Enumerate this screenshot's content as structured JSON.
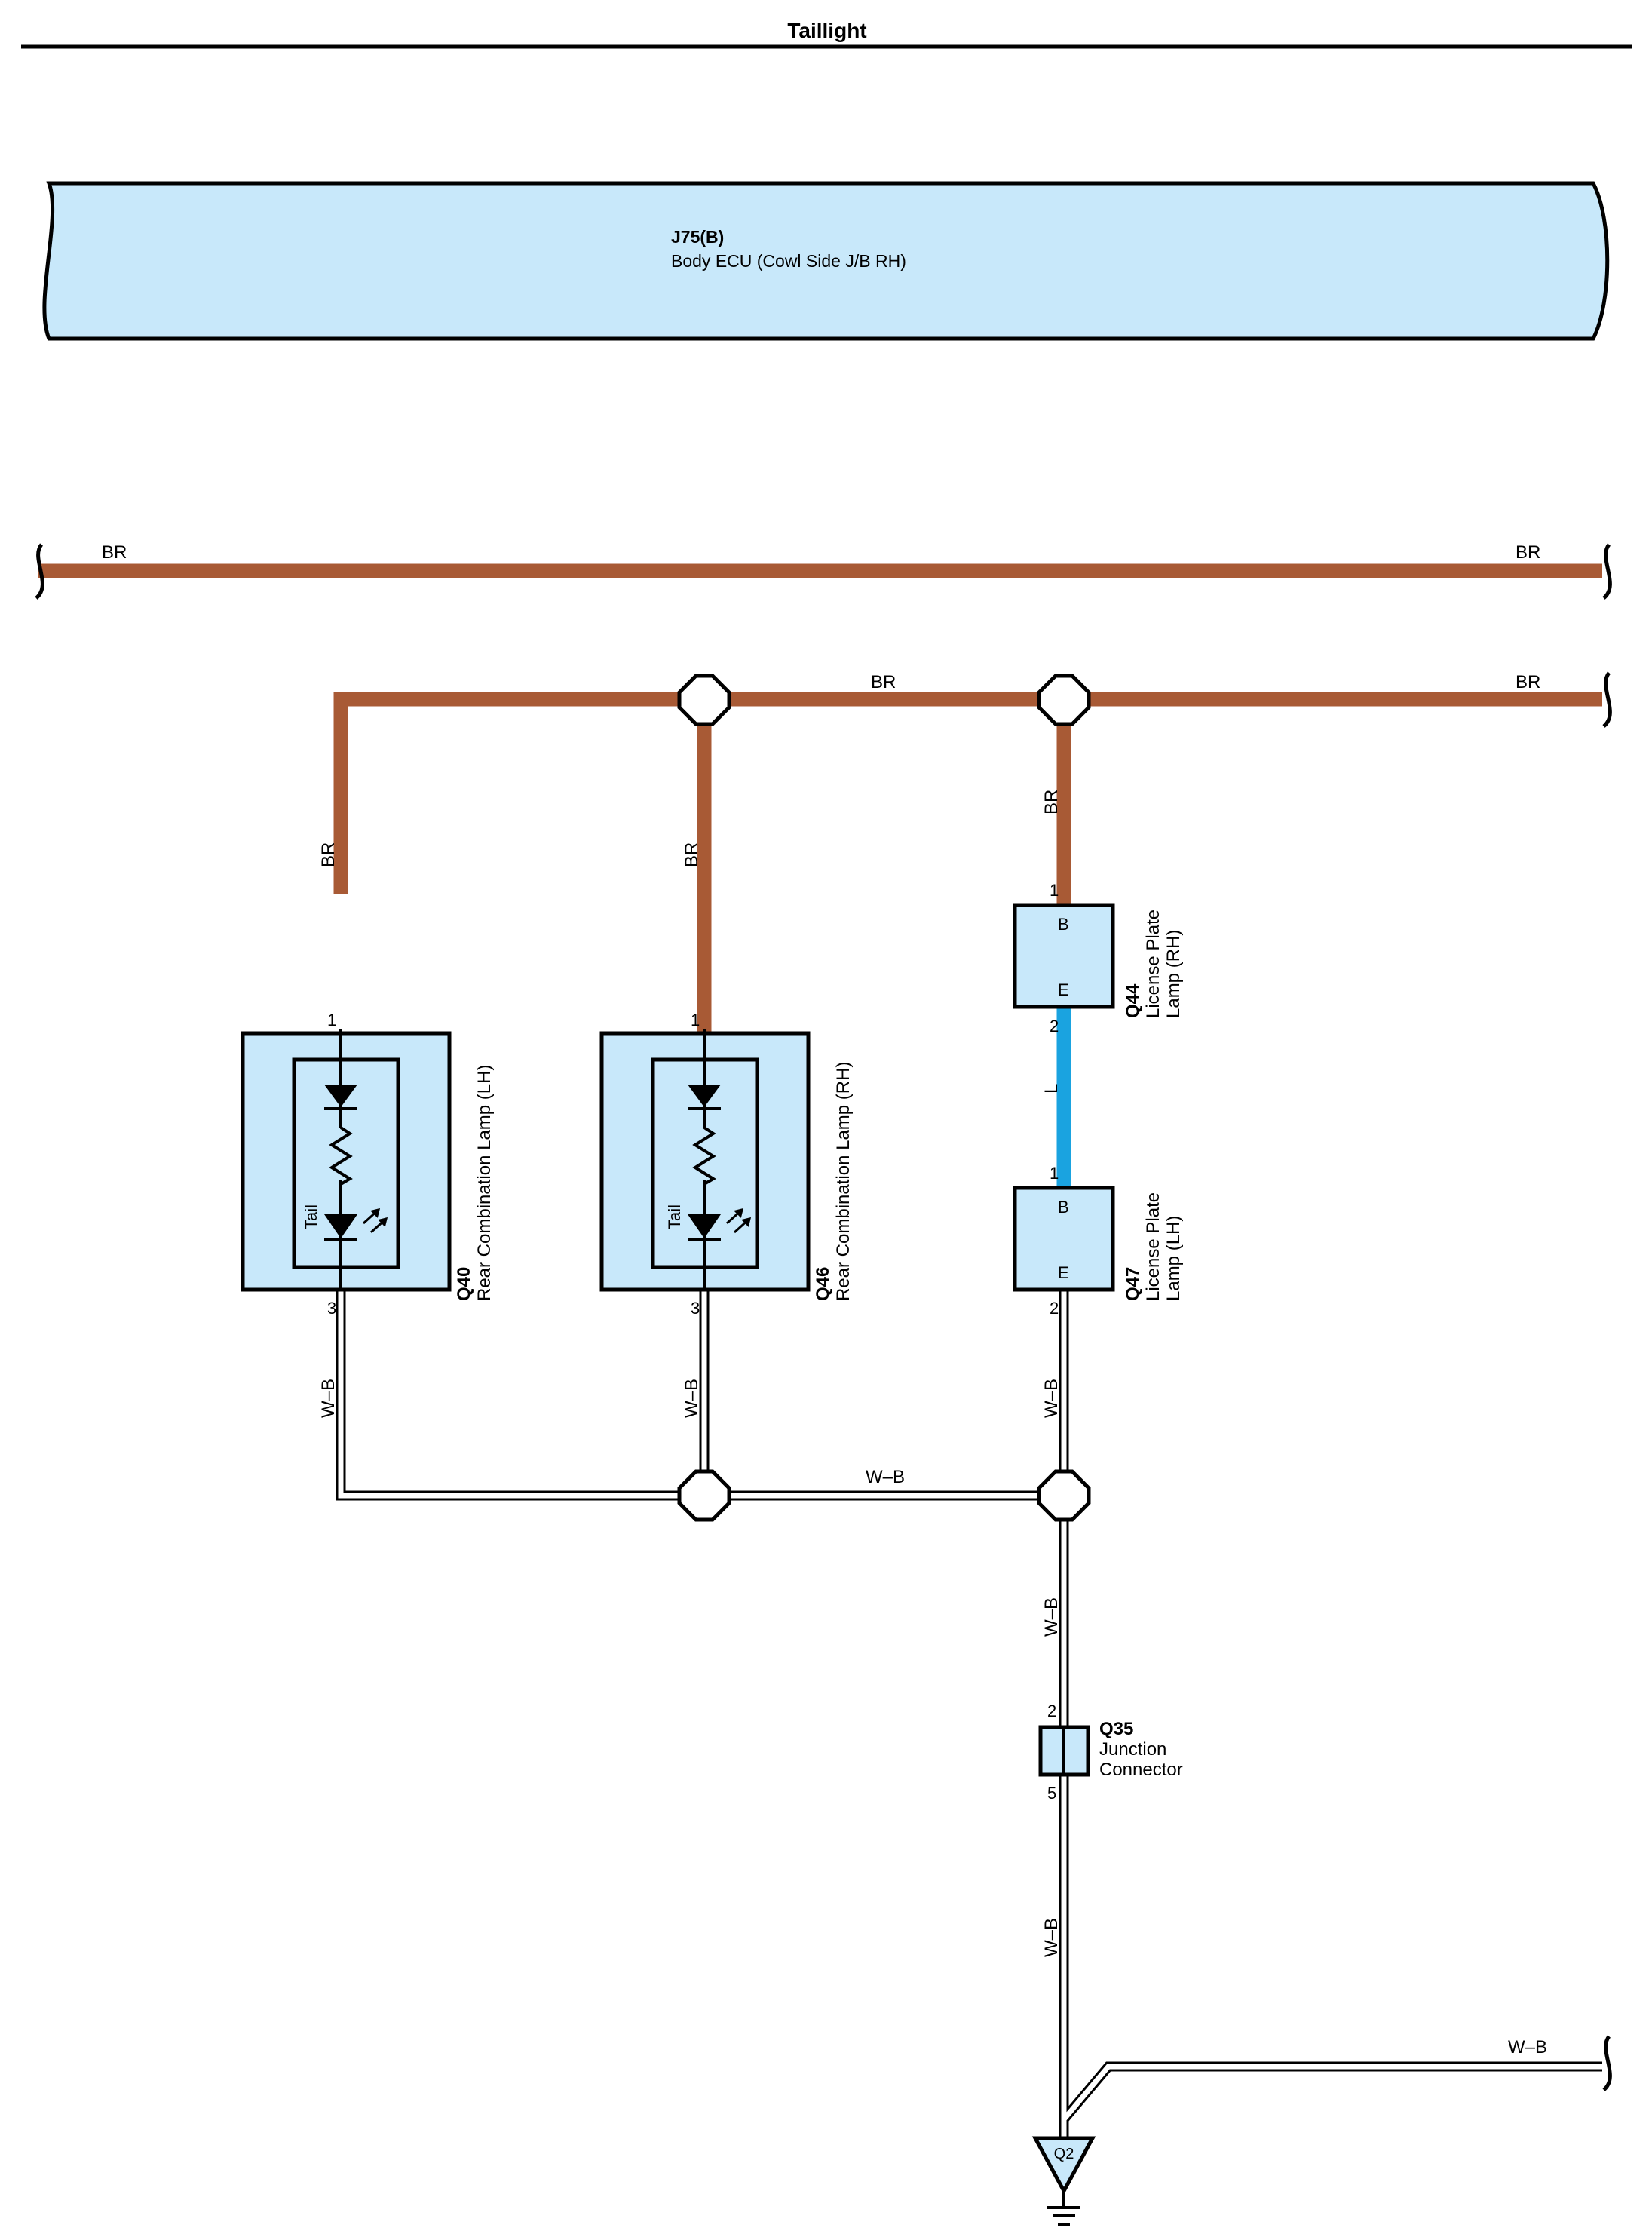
{
  "title": "Taillight",
  "ecu": {
    "id": "J75(B)",
    "name": "Body ECU (Cowl Side J/B RH)"
  },
  "colors": {
    "br_wire": "#a85a35",
    "l_wire": "#1aa3e0",
    "component_fill": "#c8e8fa",
    "wb_wire": "#ffffff"
  },
  "wires": {
    "br": "BR",
    "l": "L",
    "wb": "W–B"
  },
  "components": {
    "q40": {
      "id": "Q40",
      "name": "Rear Combination Lamp (LH)",
      "inner": "Tail",
      "pin_top": "1",
      "pin_bottom": "3"
    },
    "q46": {
      "id": "Q46",
      "name": "Rear Combination Lamp (RH)",
      "inner": "Tail",
      "pin_top": "1",
      "pin_bottom": "3"
    },
    "q44": {
      "id": "Q44",
      "name_line1": "License Plate",
      "name_line2": "Lamp (RH)",
      "term_top": "B",
      "term_bottom": "E",
      "pin_top": "1",
      "pin_bottom": "2"
    },
    "q47": {
      "id": "Q47",
      "name_line1": "License Plate",
      "name_line2": "Lamp (LH)",
      "term_top": "B",
      "term_bottom": "E",
      "pin_top": "1",
      "pin_bottom": "2"
    },
    "q35": {
      "id": "Q35",
      "name_line1": "Junction",
      "name_line2": "Connector",
      "pin_top": "2",
      "pin_bottom": "5"
    },
    "q2": {
      "id": "Q2"
    }
  }
}
